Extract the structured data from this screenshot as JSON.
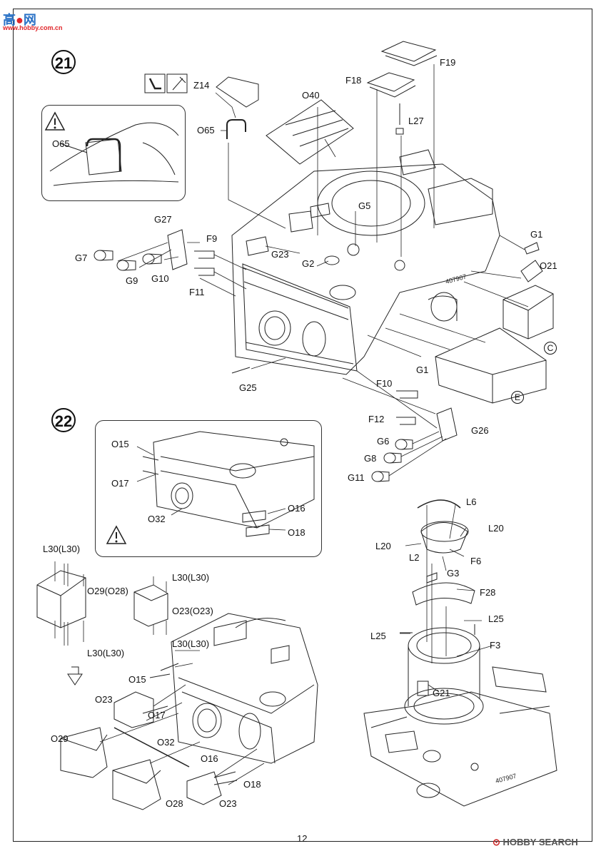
{
  "watermark_top": "www.hobby.com.cn",
  "watermark_bottom": "HOBBY SEARCH",
  "page_number": "12",
  "steps": {
    "step21": "21",
    "step22": "22"
  },
  "markers": {
    "c": "C",
    "e": "E"
  },
  "labels": {
    "z14": "Z14",
    "o65a": "O65",
    "o65b": "O65",
    "o40": "O40",
    "f18": "F18",
    "f19": "F19",
    "l27": "L27",
    "g5": "G5",
    "g27": "G27",
    "f9": "F9",
    "g7": "G7",
    "g9": "G9",
    "g10": "G10",
    "f11": "F11",
    "g23": "G23",
    "g2": "G2",
    "g1a": "G1",
    "o21": "O21",
    "g1b": "G1",
    "g25": "G25",
    "f10": "F10",
    "f12": "F12",
    "g26": "G26",
    "g6": "G6",
    "g8": "G8",
    "g11": "G11",
    "o15a": "O15",
    "o17a": "O17",
    "o32a": "O32",
    "o16a": "O16",
    "o18a": "O18",
    "l6": "L6",
    "l20a": "L20",
    "l20b": "L20",
    "l2": "L2",
    "f6": "F6",
    "g3": "G3",
    "f28": "F28",
    "l25a": "L25",
    "l25b": "L25",
    "f3": "F3",
    "g21": "G21",
    "l30a": "L30(L30)",
    "o29o28": "O29(O28)",
    "l30b": "L30(L30)",
    "o23o23": "O23(O23)",
    "l30c": "L30(L30)",
    "l30d": "L30(L30)",
    "o15b": "O15",
    "o23a": "O23",
    "o17b": "O17",
    "o29": "O29",
    "o32b": "O32",
    "o16b": "O16",
    "o18b": "O18",
    "o28": "O28",
    "o23b": "O23"
  },
  "hull_marking": "407907"
}
